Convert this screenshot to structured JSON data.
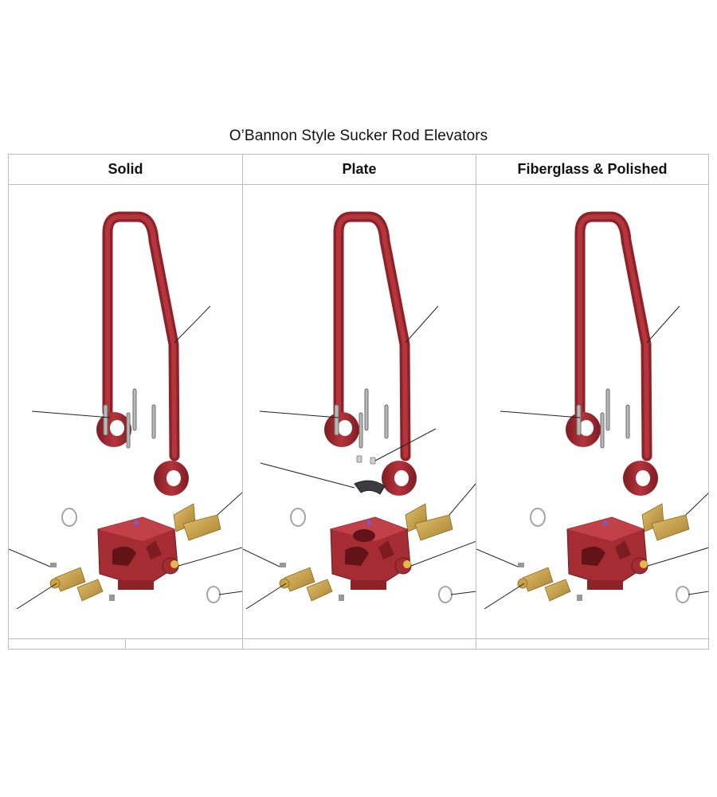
{
  "page": {
    "title": "O’Bannon Style Sucker Rod Elevators"
  },
  "columns": [
    {
      "id": "solid",
      "label": "Solid"
    },
    {
      "id": "plate",
      "label": "Plate"
    },
    {
      "id": "fiberglass-polished",
      "label": "Fiberglass & Polished"
    }
  ],
  "colors": {
    "bail_red": "#a32b32",
    "body_red": "#b23339",
    "brass": "#c9a245",
    "steel": "#9a9a9a",
    "grid_line": "#bdbdbd"
  }
}
